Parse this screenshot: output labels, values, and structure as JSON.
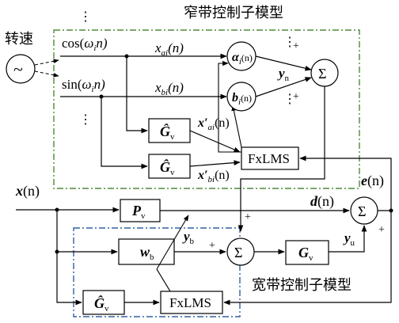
{
  "labels": {
    "narrowband_title": "窄带控制子模型",
    "broadband_title": "宽带控制子模型",
    "speed": "转速",
    "cos_text": "cos(",
    "omega": "ω",
    "omega_sub": "i",
    "n_close": "n)",
    "sin_text": "sin(",
    "x_a": "x",
    "x_a_sub": "ai",
    "x_b": "x",
    "x_b_sub": "bi",
    "paren_n": "(n)",
    "a_hat": "α",
    "a_hat_sub": "i",
    "b_hat": "b",
    "b_hat_sub": "i",
    "y_n": "y",
    "y_n_sub": "n",
    "sigma": "Σ",
    "G_hat": "Ĝ",
    "G_sub": "v",
    "xprime_a": "x′",
    "xprime_a_sub": "ai",
    "xprime_b": "x′",
    "xprime_b_sub": "bi",
    "fxlms": "FxLMS",
    "x_n": "x",
    "P_v": "P",
    "P_sub": "v",
    "d_n": "d",
    "e_n": "e",
    "w_b": "w",
    "w_sub": "b",
    "y_b": "y",
    "y_b_sub": "b",
    "G_v": "G",
    "y_u": "y",
    "y_u_sub": "u",
    "plus": "+",
    "dots": "⋮",
    "sine": "~"
  }
}
